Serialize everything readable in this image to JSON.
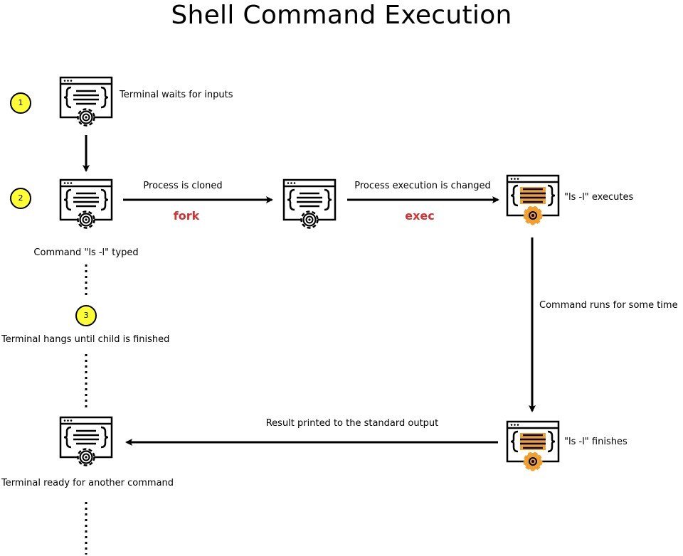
{
  "title": "Shell Command Execution",
  "colors": {
    "badge_fill": "#ffff33",
    "keyword": "#d63031",
    "child_accent": "#f0a030"
  },
  "steps": [
    {
      "number": "1"
    },
    {
      "number": "2"
    },
    {
      "number": "3"
    }
  ],
  "nodes": [
    {
      "name": "terminal-waiting",
      "icon": "terminal-gear-icon",
      "label": "Terminal waits for inputs"
    },
    {
      "name": "terminal-parent",
      "icon": "terminal-gear-icon",
      "label": "Command \"ls -l\" typed"
    },
    {
      "name": "terminal-clone",
      "icon": "terminal-gear-icon",
      "label": ""
    },
    {
      "name": "child-executing",
      "icon": "terminal-gear-orange-icon",
      "label": "\"ls -l\" executes"
    },
    {
      "name": "child-finished",
      "icon": "terminal-gear-orange-icon",
      "label": "\"ls -l\" finishes"
    },
    {
      "name": "terminal-ready",
      "icon": "terminal-gear-icon",
      "label": "Terminal ready for another command"
    }
  ],
  "edges": {
    "clone": {
      "label": "Process is cloned",
      "keyword": "fork"
    },
    "change": {
      "label": "Process execution is changed",
      "keyword": "exec"
    },
    "runs": {
      "label": "Command runs for some time"
    },
    "result": {
      "label": "Result printed to the standard output"
    }
  },
  "notes": {
    "hang": "Terminal hangs until child is finished"
  }
}
